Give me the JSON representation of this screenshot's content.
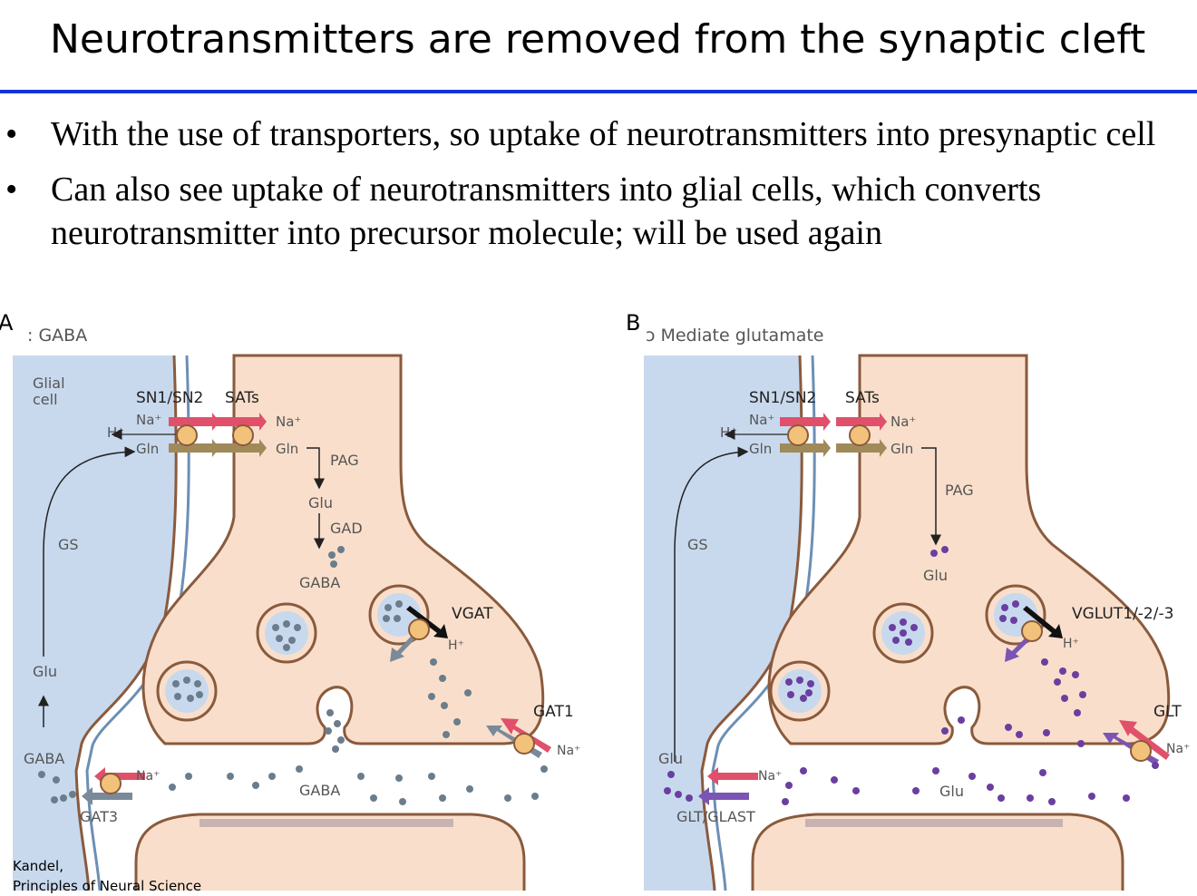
{
  "title": "Neurotransmitters are removed from the synaptic cleft",
  "bullets": [
    "With the use of transporters, so uptake of neurotransmitters into presynaptic cell",
    "Can also see uptake of neurotransmitters into glial cells, which converts neurotransmitter into precursor molecule; will be used again"
  ],
  "bullet_symbol": "•",
  "citation": [
    "Kandel,",
    "Principles of Neural Science"
  ],
  "colors": {
    "rule": "#1432d8",
    "glia": "#c8d9ee",
    "neuron": "#f9dfcb",
    "outline": "#8a5a3c",
    "na_arrow": "#e0506b",
    "gln_arrow": "#a08a5a",
    "transporter": "#f2c27a",
    "gaba_dot": "#6a7d8c",
    "glu_dot": "#6a3fa0",
    "receptor": "#c9b2b2"
  },
  "panels": [
    {
      "letter": "A",
      "heading": ": GABA",
      "labels": {
        "glial": "Glial",
        "cell": "cell",
        "sn": "SN1/SN2",
        "sats": "SATs",
        "na1": "Na⁺",
        "na2": "Na⁺",
        "h": "H⁺",
        "gln1": "Gln",
        "gln2": "Gln",
        "pag": "PAG",
        "glu": "Glu",
        "gad": "GAD",
        "gaba_mid": "GABA",
        "vgat": "VGAT",
        "vh": "H⁺",
        "gat1": "GAT1",
        "na_gat1": "Na⁺",
        "gs": "GS",
        "glu_left": "Glu",
        "gaba_left": "GABA",
        "na_gat3": "Na⁺",
        "gat3": "GAT3",
        "gaba_cleft": "GABA"
      }
    },
    {
      "letter": "B",
      "heading": "ↄ Mediate  glutamate",
      "labels": {
        "sn": "SN1/SN2",
        "sats": "SATs",
        "na1": "Na⁺",
        "na2": "Na⁺",
        "h": "H⁺",
        "gln1": "Gln",
        "gln2": "Gln",
        "pag": "PAG",
        "glu_mid": "Glu",
        "vglut": "VGLUT1/-2/-3",
        "vh": "H⁺",
        "glt": "GLT",
        "na_glt": "Na⁺",
        "gs": "GS",
        "glu_left": "Glu",
        "na_glast": "Na⁺",
        "glast": "GLT/GLAST",
        "glu_cleft": "Glu"
      }
    }
  ]
}
